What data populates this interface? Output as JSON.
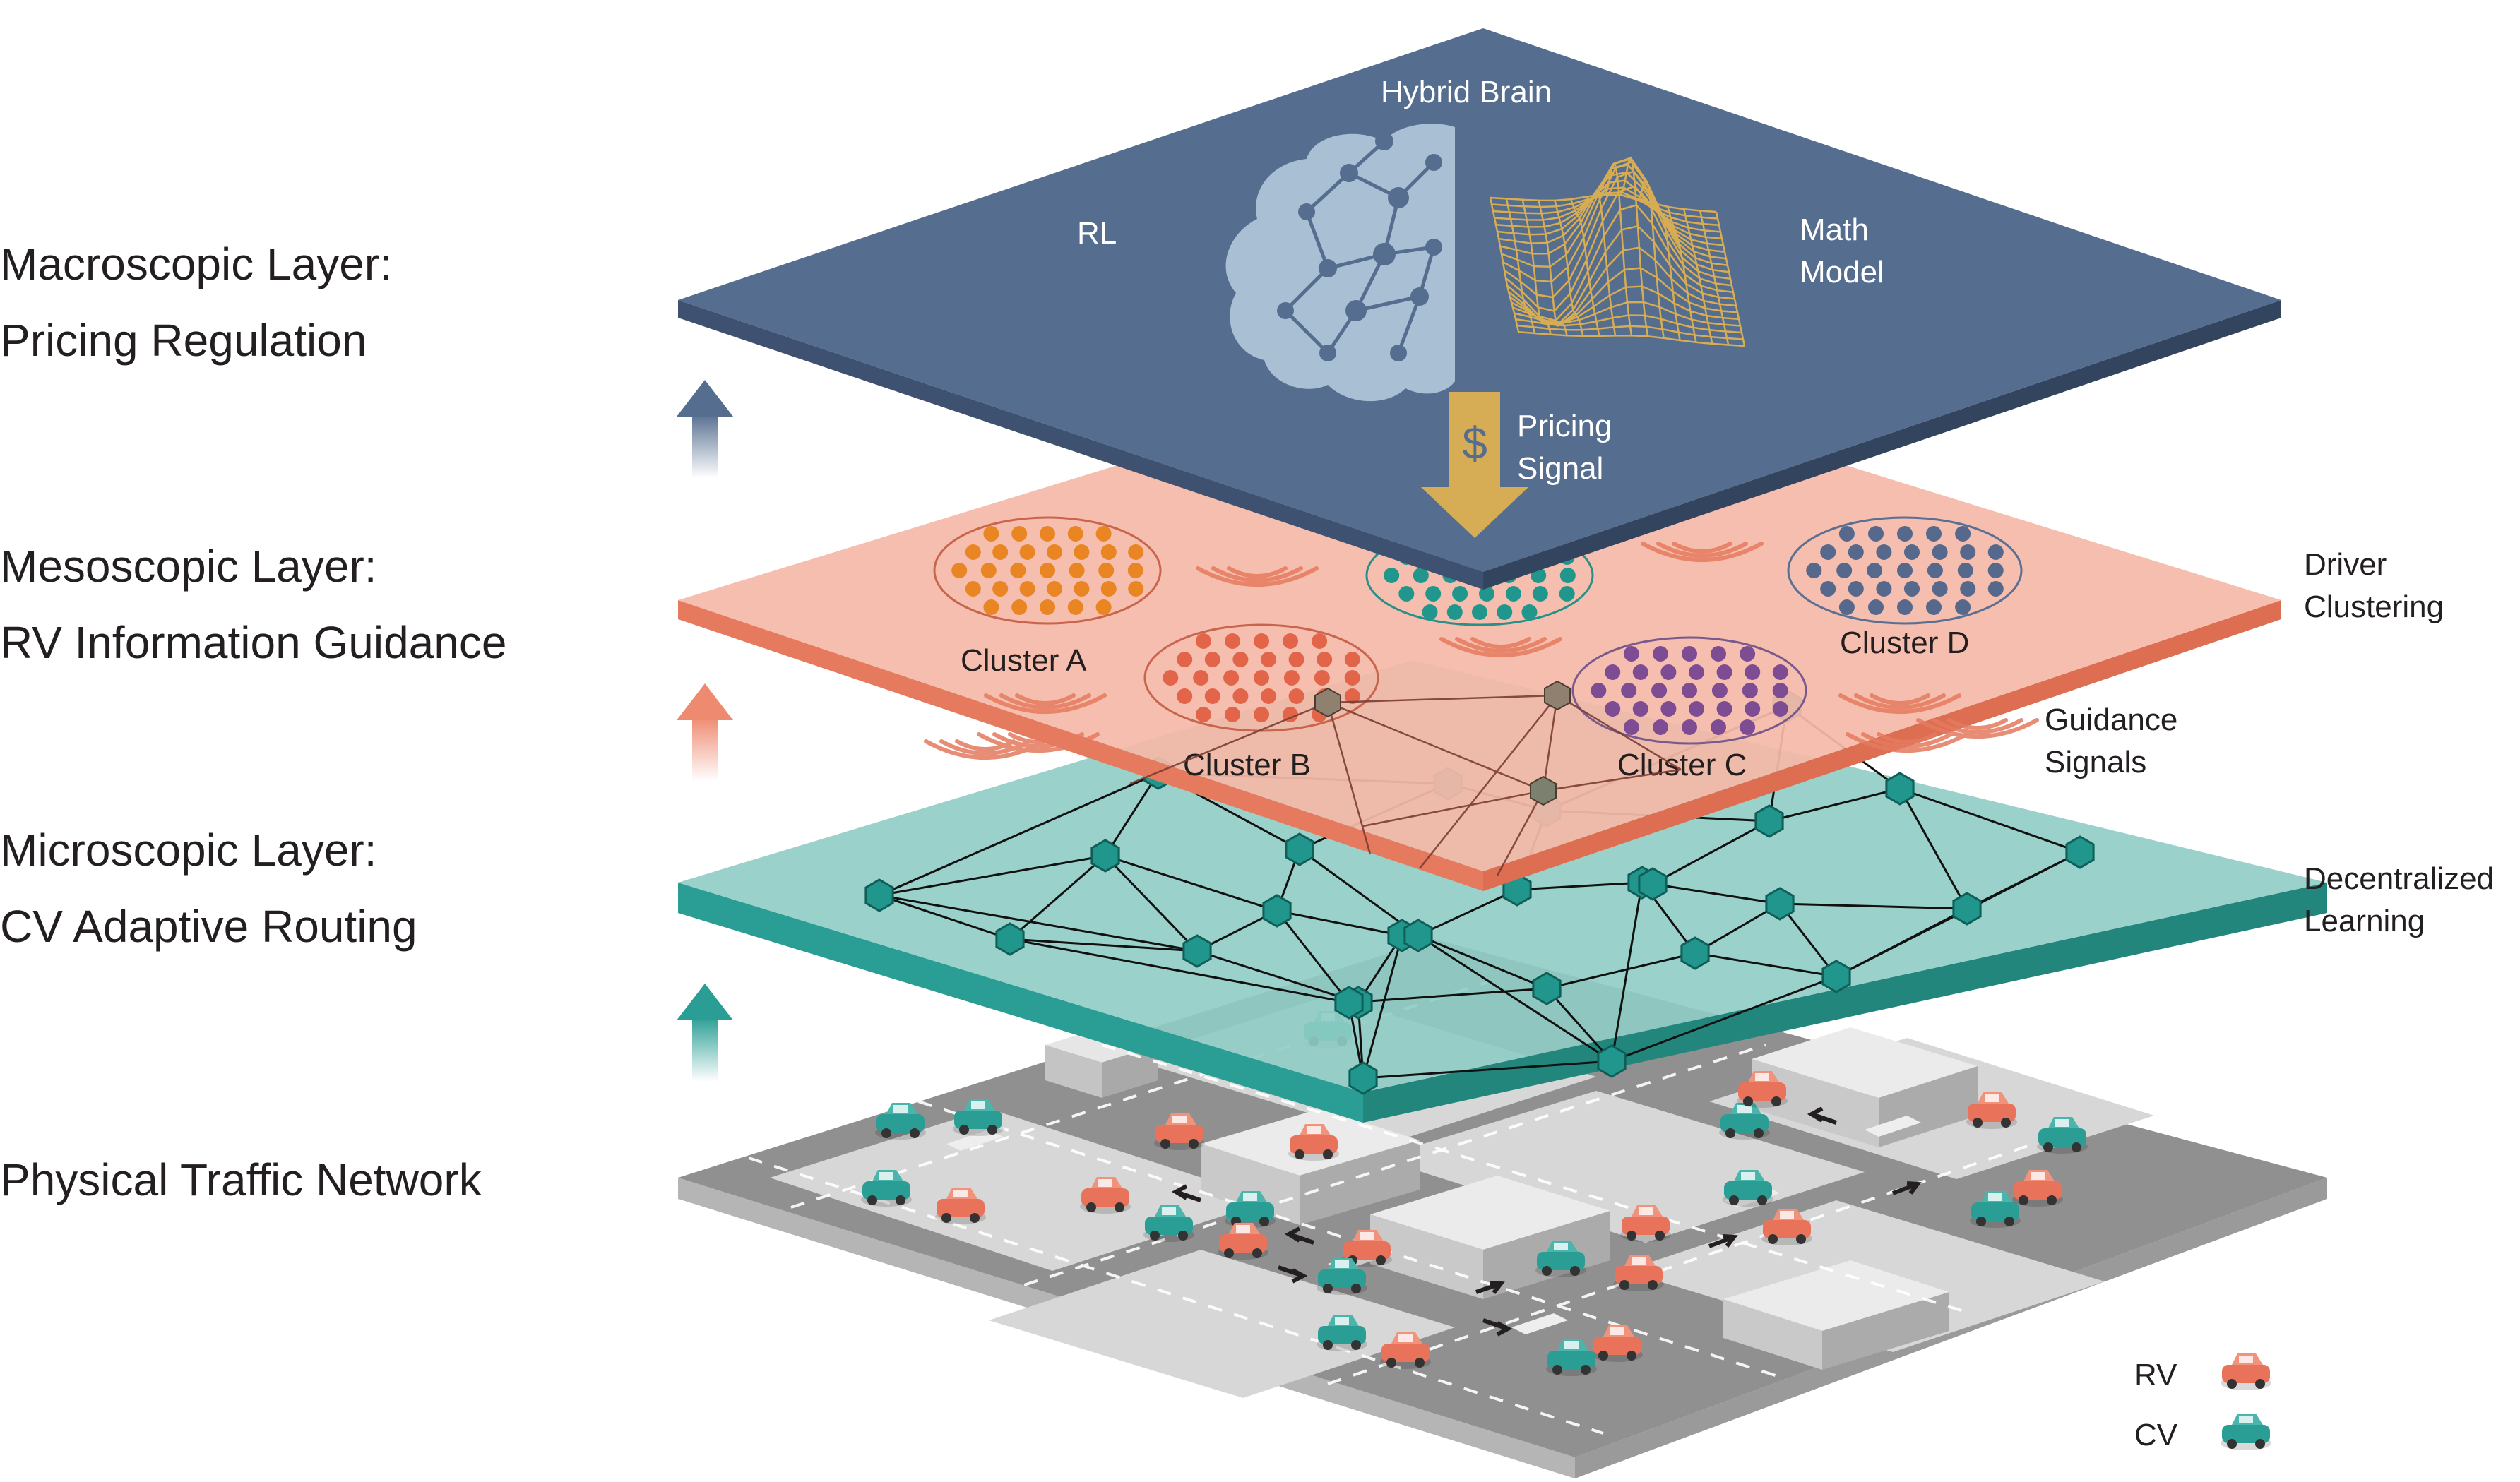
{
  "layers": {
    "macro": {
      "line1": "Macroscopic Layer:",
      "line2": "Pricing Regulation"
    },
    "meso": {
      "line1": "Mesoscopic Layer:",
      "line2": "RV Information Guidance"
    },
    "micro": {
      "line1": "Microscopic Layer:",
      "line2": "CV Adaptive Routing"
    },
    "physical": {
      "line1": "Physical Traffic Network"
    }
  },
  "brain": {
    "title": "Hybrid Brain",
    "rl": "RL",
    "math_line1": "Math",
    "math_line2": "Model",
    "pricing_line1": "Pricing",
    "pricing_line2": "Signal",
    "dollar": "$"
  },
  "clusters": {
    "a": "Cluster A",
    "b": "Cluster B",
    "c": "Cluster C",
    "d": "Cluster D"
  },
  "annotations": {
    "driver_clustering_line1": "Driver",
    "driver_clustering_line2": "Clustering",
    "guidance_line1": "Guidance",
    "guidance_line2": "Signals",
    "decentralized_line1": "Decentralized",
    "decentralized_line2": "Learning"
  },
  "legend": {
    "rv": "RV",
    "cv": "CV"
  },
  "colors": {
    "macro_top": "#556d8f",
    "macro_edge": "#3f5170",
    "meso_top": "#f4b9a8",
    "meso_edge": "#e57a5e",
    "micro_top": "#8fccc4",
    "micro_edge": "#2a9e94",
    "node": "#21968c",
    "rv_car": "#e8735a",
    "cv_car": "#2a9e94",
    "gold": "#d6ac55",
    "brain_blue": "#a9bfd4"
  }
}
